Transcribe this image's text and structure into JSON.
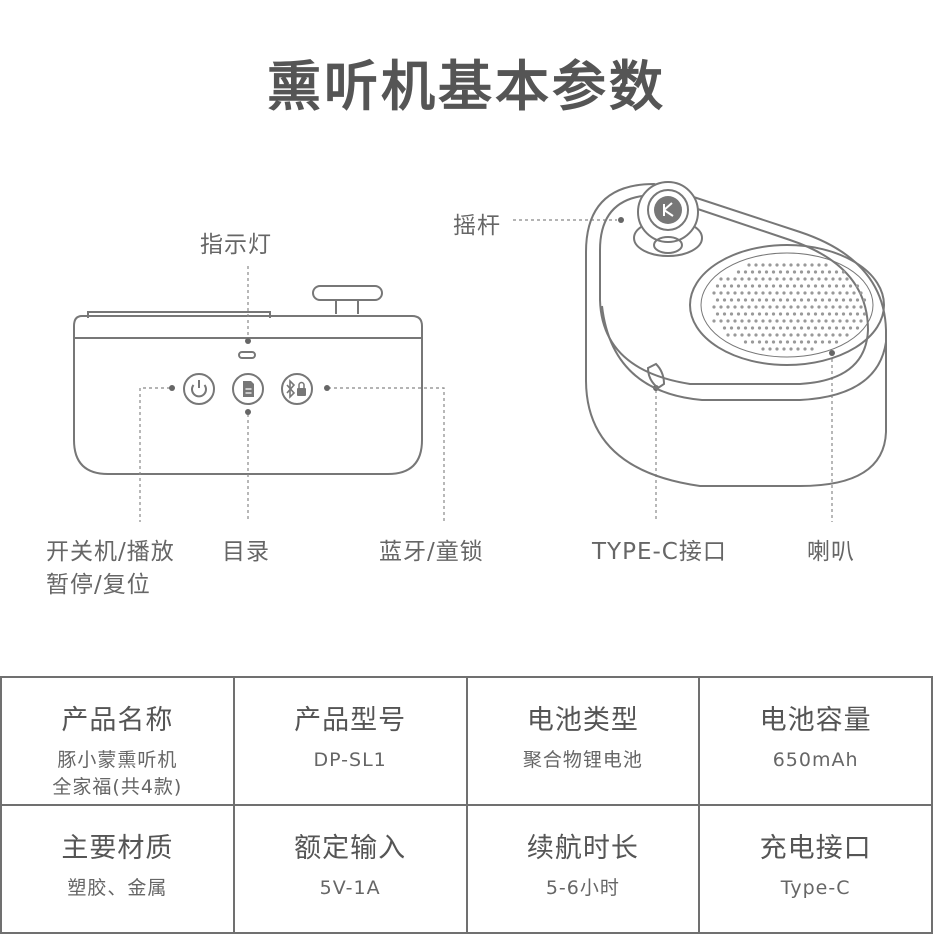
{
  "title": "熏听机基本参数",
  "labels": {
    "indicator": "指示灯",
    "rocker": "摇杆",
    "power_line1": "开关机/播放",
    "power_line2": "暂停/复位",
    "catalog": "目录",
    "bluetooth": "蓝牙/童锁",
    "typec": "TYPE-C接口",
    "speaker": "喇叭"
  },
  "specs": [
    {
      "title": "产品名称",
      "value_lines": [
        "豚小蒙熏听机",
        "全家福(共4款)"
      ]
    },
    {
      "title": "产品型号",
      "value_lines": [
        "DP-SL1"
      ]
    },
    {
      "title": "电池类型",
      "value_lines": [
        "聚合物锂电池"
      ]
    },
    {
      "title": "电池容量",
      "value_lines": [
        "650mAh"
      ]
    },
    {
      "title": "主要材质",
      "value_lines": [
        "塑胶、金属"
      ]
    },
    {
      "title": "额定输入",
      "value_lines": [
        "5V-1A"
      ]
    },
    {
      "title": "续航时长",
      "value_lines": [
        "5-6小时"
      ]
    },
    {
      "title": "充电接口",
      "value_lines": [
        "Type-C"
      ]
    }
  ],
  "colors": {
    "line": "#707070",
    "text": "#555555"
  }
}
